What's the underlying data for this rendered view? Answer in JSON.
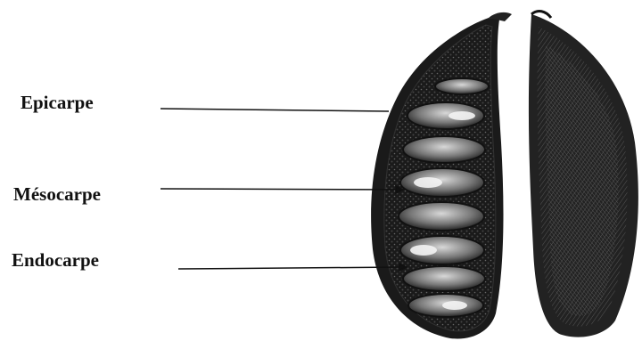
{
  "labels": {
    "epicarp": "Epicarpe",
    "mesocarp": "Mésocarpe",
    "endocarp": "Endocarpe"
  },
  "colors": {
    "ink": "#111111",
    "background": "#ffffff"
  }
}
